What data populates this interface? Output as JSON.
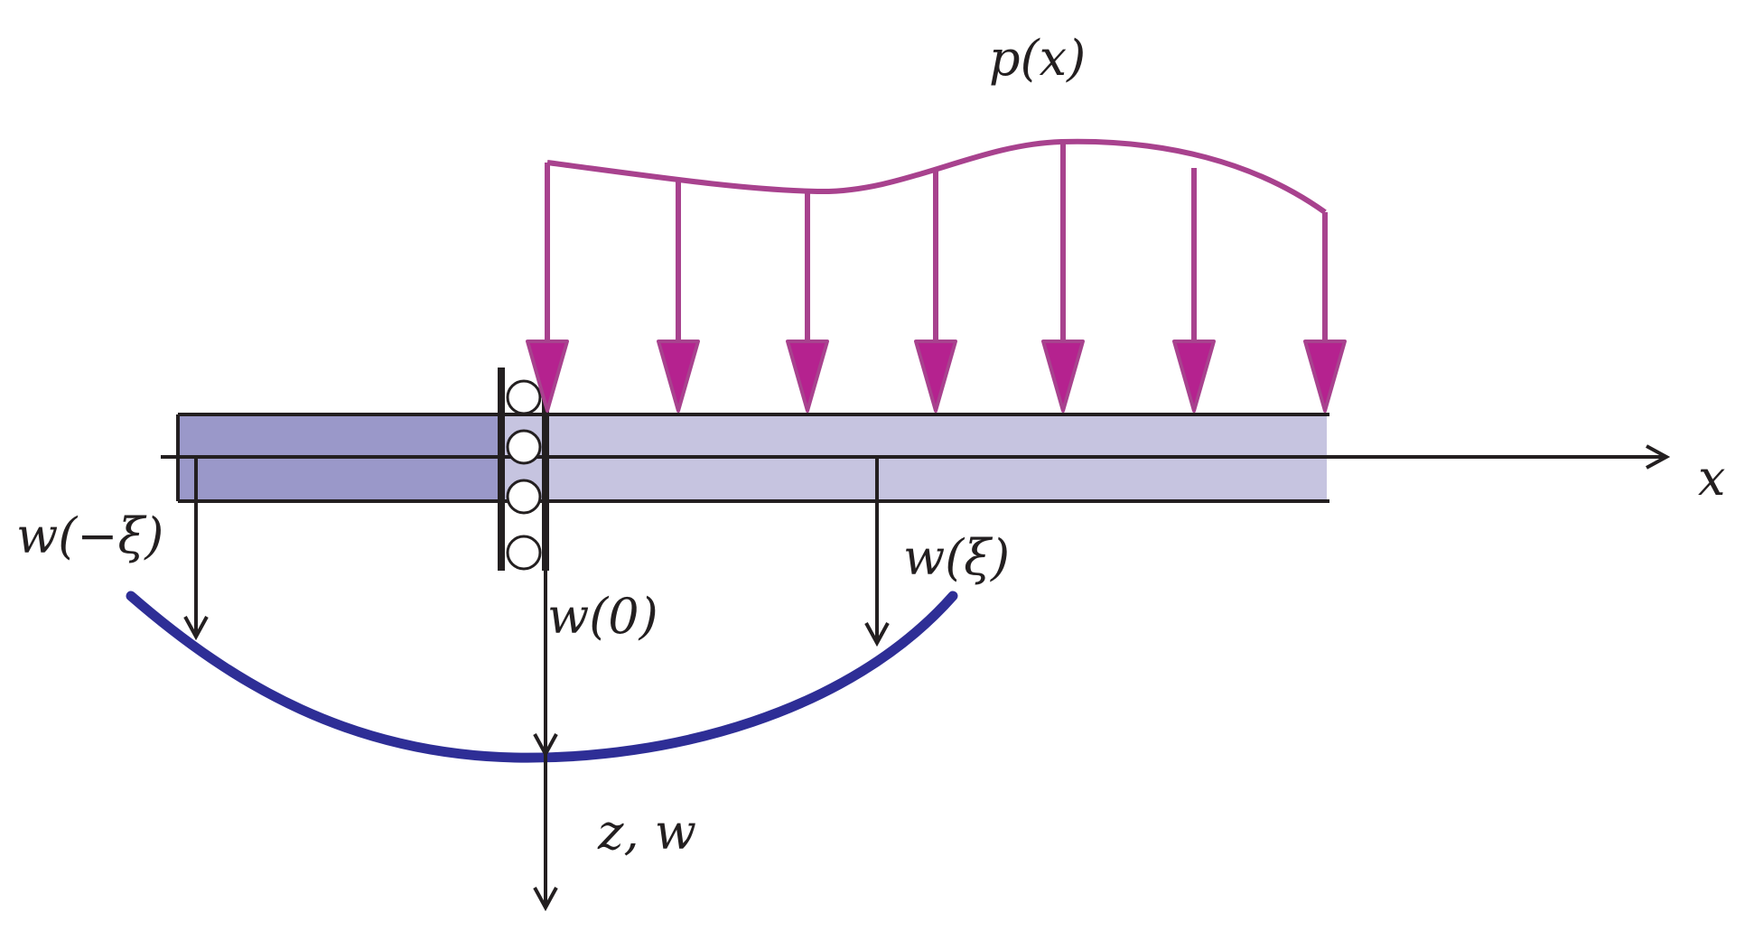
{
  "colors": {
    "load": "#a8428e",
    "load_arrowhead": "#b5228f",
    "beam_left": "#9a98c9",
    "beam_right": "#c6c4e0",
    "deflection_curve": "#2e2e96",
    "ink": "#231f20"
  },
  "labels": {
    "load": "p(x)",
    "x_axis": "x",
    "z_axis": "z, w",
    "w_minus_xi": "w(−ξ)",
    "w_zero": "w(0)",
    "w_xi": "w(ξ)"
  },
  "load": {
    "arrow_count": 7,
    "description_profile": [
      0.87,
      0.84,
      0.8,
      0.88,
      1.0,
      0.94,
      0.81
    ]
  }
}
